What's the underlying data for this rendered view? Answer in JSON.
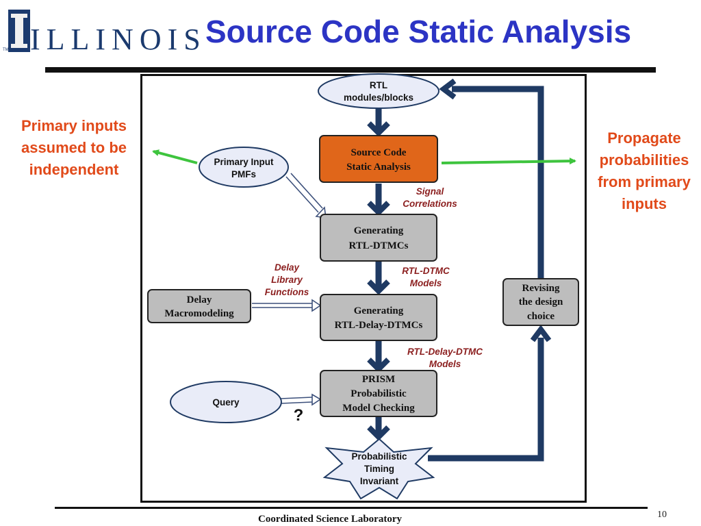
{
  "header": {
    "logo_text": "ILLINOIS",
    "logo_tm": "TM",
    "title": "Source Code Static Analysis"
  },
  "side_notes": {
    "left": [
      "Primary inputs",
      "assumed to be",
      "independent"
    ],
    "right": [
      "Propagate",
      "probabilities",
      "from primary",
      "inputs"
    ]
  },
  "nodes": {
    "rtl_modules": [
      "RTL",
      "modules/blocks"
    ],
    "source_code": [
      "Source Code",
      "Static Analysis"
    ],
    "primary_input": [
      "Primary Input",
      "PMFs"
    ],
    "gen_rtl_dtmcs": [
      "Generating",
      "RTL-DTMCs"
    ],
    "delay_macro": [
      "Delay",
      "Macromodeling"
    ],
    "gen_rtl_delay": [
      "Generating",
      "RTL-Delay-DTMCs"
    ],
    "prism": [
      "PRISM",
      "Probabilistic",
      "Model Checking"
    ],
    "query": [
      "Query"
    ],
    "invariant": [
      "Probabilistic",
      "Timing",
      "Invariant"
    ],
    "revising": [
      "Revising",
      "the design",
      "choice"
    ]
  },
  "edge_labels": {
    "signal_correlations": [
      "Signal",
      "Correlations"
    ],
    "delay_library": [
      "Delay",
      "Library",
      "Functions"
    ],
    "rtl_dtmc_models": [
      "RTL-DTMC",
      "Models"
    ],
    "rtl_delay_dtmc_models": [
      "RTL-Delay-DTMC",
      "Models"
    ],
    "question": "?"
  },
  "colors": {
    "title": "#2c34c4",
    "notes": "#e14a1a",
    "edge_label": "#8b1e1e",
    "flow_arrow": "#1f3a63",
    "green_arrow": "#3ec43e",
    "source_box": "#e0661a",
    "gray_box": "#bdbdbd",
    "ellipse_fill": "#e9ecf8"
  },
  "footer": {
    "lab": "Coordinated Science Laboratory",
    "page": "10"
  }
}
